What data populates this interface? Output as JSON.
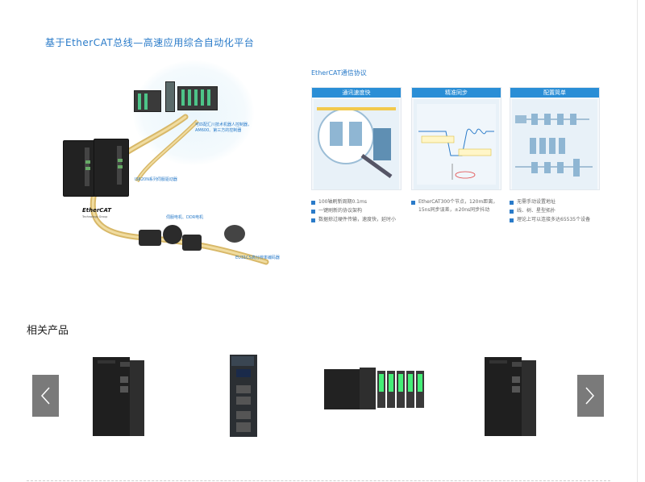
{
  "banner": {
    "title": "基于EtherCAT总线—高速应用综合自动化平台",
    "callout_top": "可匹配汇川技术机器人控制器，AM600、第三方的控制器",
    "callout_drive": "IS620N系列伺服驱动器",
    "callout_motor": "伺服电机、DDR电机",
    "callout_encoder": "EU31CS高分辨率编码器",
    "logo_text": "EtherCAT",
    "logo_sub": "Technology Group"
  },
  "protocol": {
    "title": "EtherCAT通信协议",
    "panels": [
      {
        "header": "通讯速度快",
        "bullets": [
          "100轴刷新周期0.1ms",
          "一键刷新的协议架构",
          "数据掠过硬件传输，速度快，延时小"
        ]
      },
      {
        "header": "精准同步",
        "bullets": [
          "EtherCAT300个节点，120m距离，15ns同步误差，±20ns同步抖动"
        ]
      },
      {
        "header": "配置简单",
        "bullets": [
          "无需手动设置地址",
          "线、树、星型拓扑",
          "理论上可以连接多达65535个设备"
        ]
      }
    ]
  },
  "related": {
    "title": "相关产品",
    "products": [
      {
        "icon": "servo-drive-icon"
      },
      {
        "icon": "slim-drive-icon"
      },
      {
        "icon": "plc-icon"
      },
      {
        "icon": "servo-drive-icon"
      }
    ]
  },
  "colors": {
    "accent": "#2a7bc9",
    "panel_header": "#2a8ed6",
    "arrow_bg": "#7a7a7a"
  }
}
